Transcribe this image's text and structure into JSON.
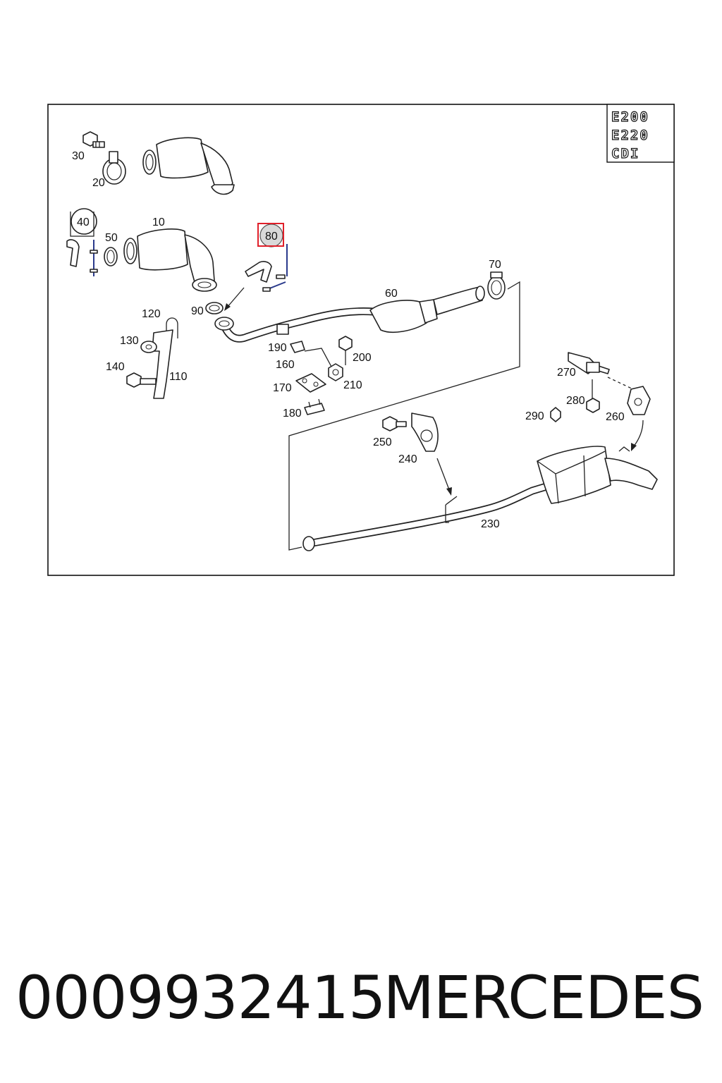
{
  "diagram": {
    "model_box": [
      "E200",
      "E220",
      "CDI"
    ],
    "highlighted_callout": "80",
    "labels": {
      "l10": "10",
      "l20": "20",
      "l30": "30",
      "l40": "40",
      "l50": "50",
      "l60": "60",
      "l70": "70",
      "l80": "80",
      "l90": "90",
      "l110": "110",
      "l120": "120",
      "l130": "130",
      "l140": "140",
      "l160": "160",
      "l170": "170",
      "l180": "180",
      "l190": "190",
      "l200": "200",
      "l210": "210",
      "l230": "230",
      "l240": "240",
      "l250": "250",
      "l260": "260",
      "l270": "270",
      "l280": "280",
      "l290": "290"
    },
    "colors": {
      "line": "#222222",
      "highlight": "#e0202a",
      "callout_fill": "#d9d9d9",
      "bracket": "#2a3a8c"
    }
  },
  "footer": {
    "part_number": "0009932415",
    "brand": "MERCEDES"
  }
}
